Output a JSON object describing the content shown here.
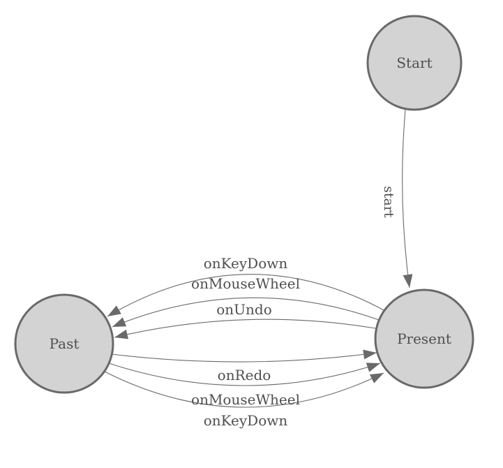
{
  "diagram": {
    "kind": "state-transition-diagram",
    "colors": {
      "background": "#ffffff",
      "node_fill": "#d3d3d3",
      "node_border": "#696969",
      "edge_stroke": "#696969",
      "arrowhead_fill": "#696969",
      "label_text": "#4f4f4f"
    },
    "nodes": [
      {
        "id": "start",
        "label": "Start"
      },
      {
        "id": "present",
        "label": "Present"
      },
      {
        "id": "past",
        "label": "Past"
      }
    ],
    "edges": [
      {
        "from": "Start",
        "to": "Present",
        "label": "start"
      },
      {
        "from": "Present",
        "to": "Past",
        "label": "onKeyDown"
      },
      {
        "from": "Present",
        "to": "Past",
        "label": "onMouseWheel"
      },
      {
        "from": "Present",
        "to": "Past",
        "label": "onUndo"
      },
      {
        "from": "Past",
        "to": "Present",
        "label": "onRedo"
      },
      {
        "from": "Past",
        "to": "Present",
        "label": "onMouseWheel"
      },
      {
        "from": "Past",
        "to": "Present",
        "label": "onKeyDown"
      }
    ]
  }
}
